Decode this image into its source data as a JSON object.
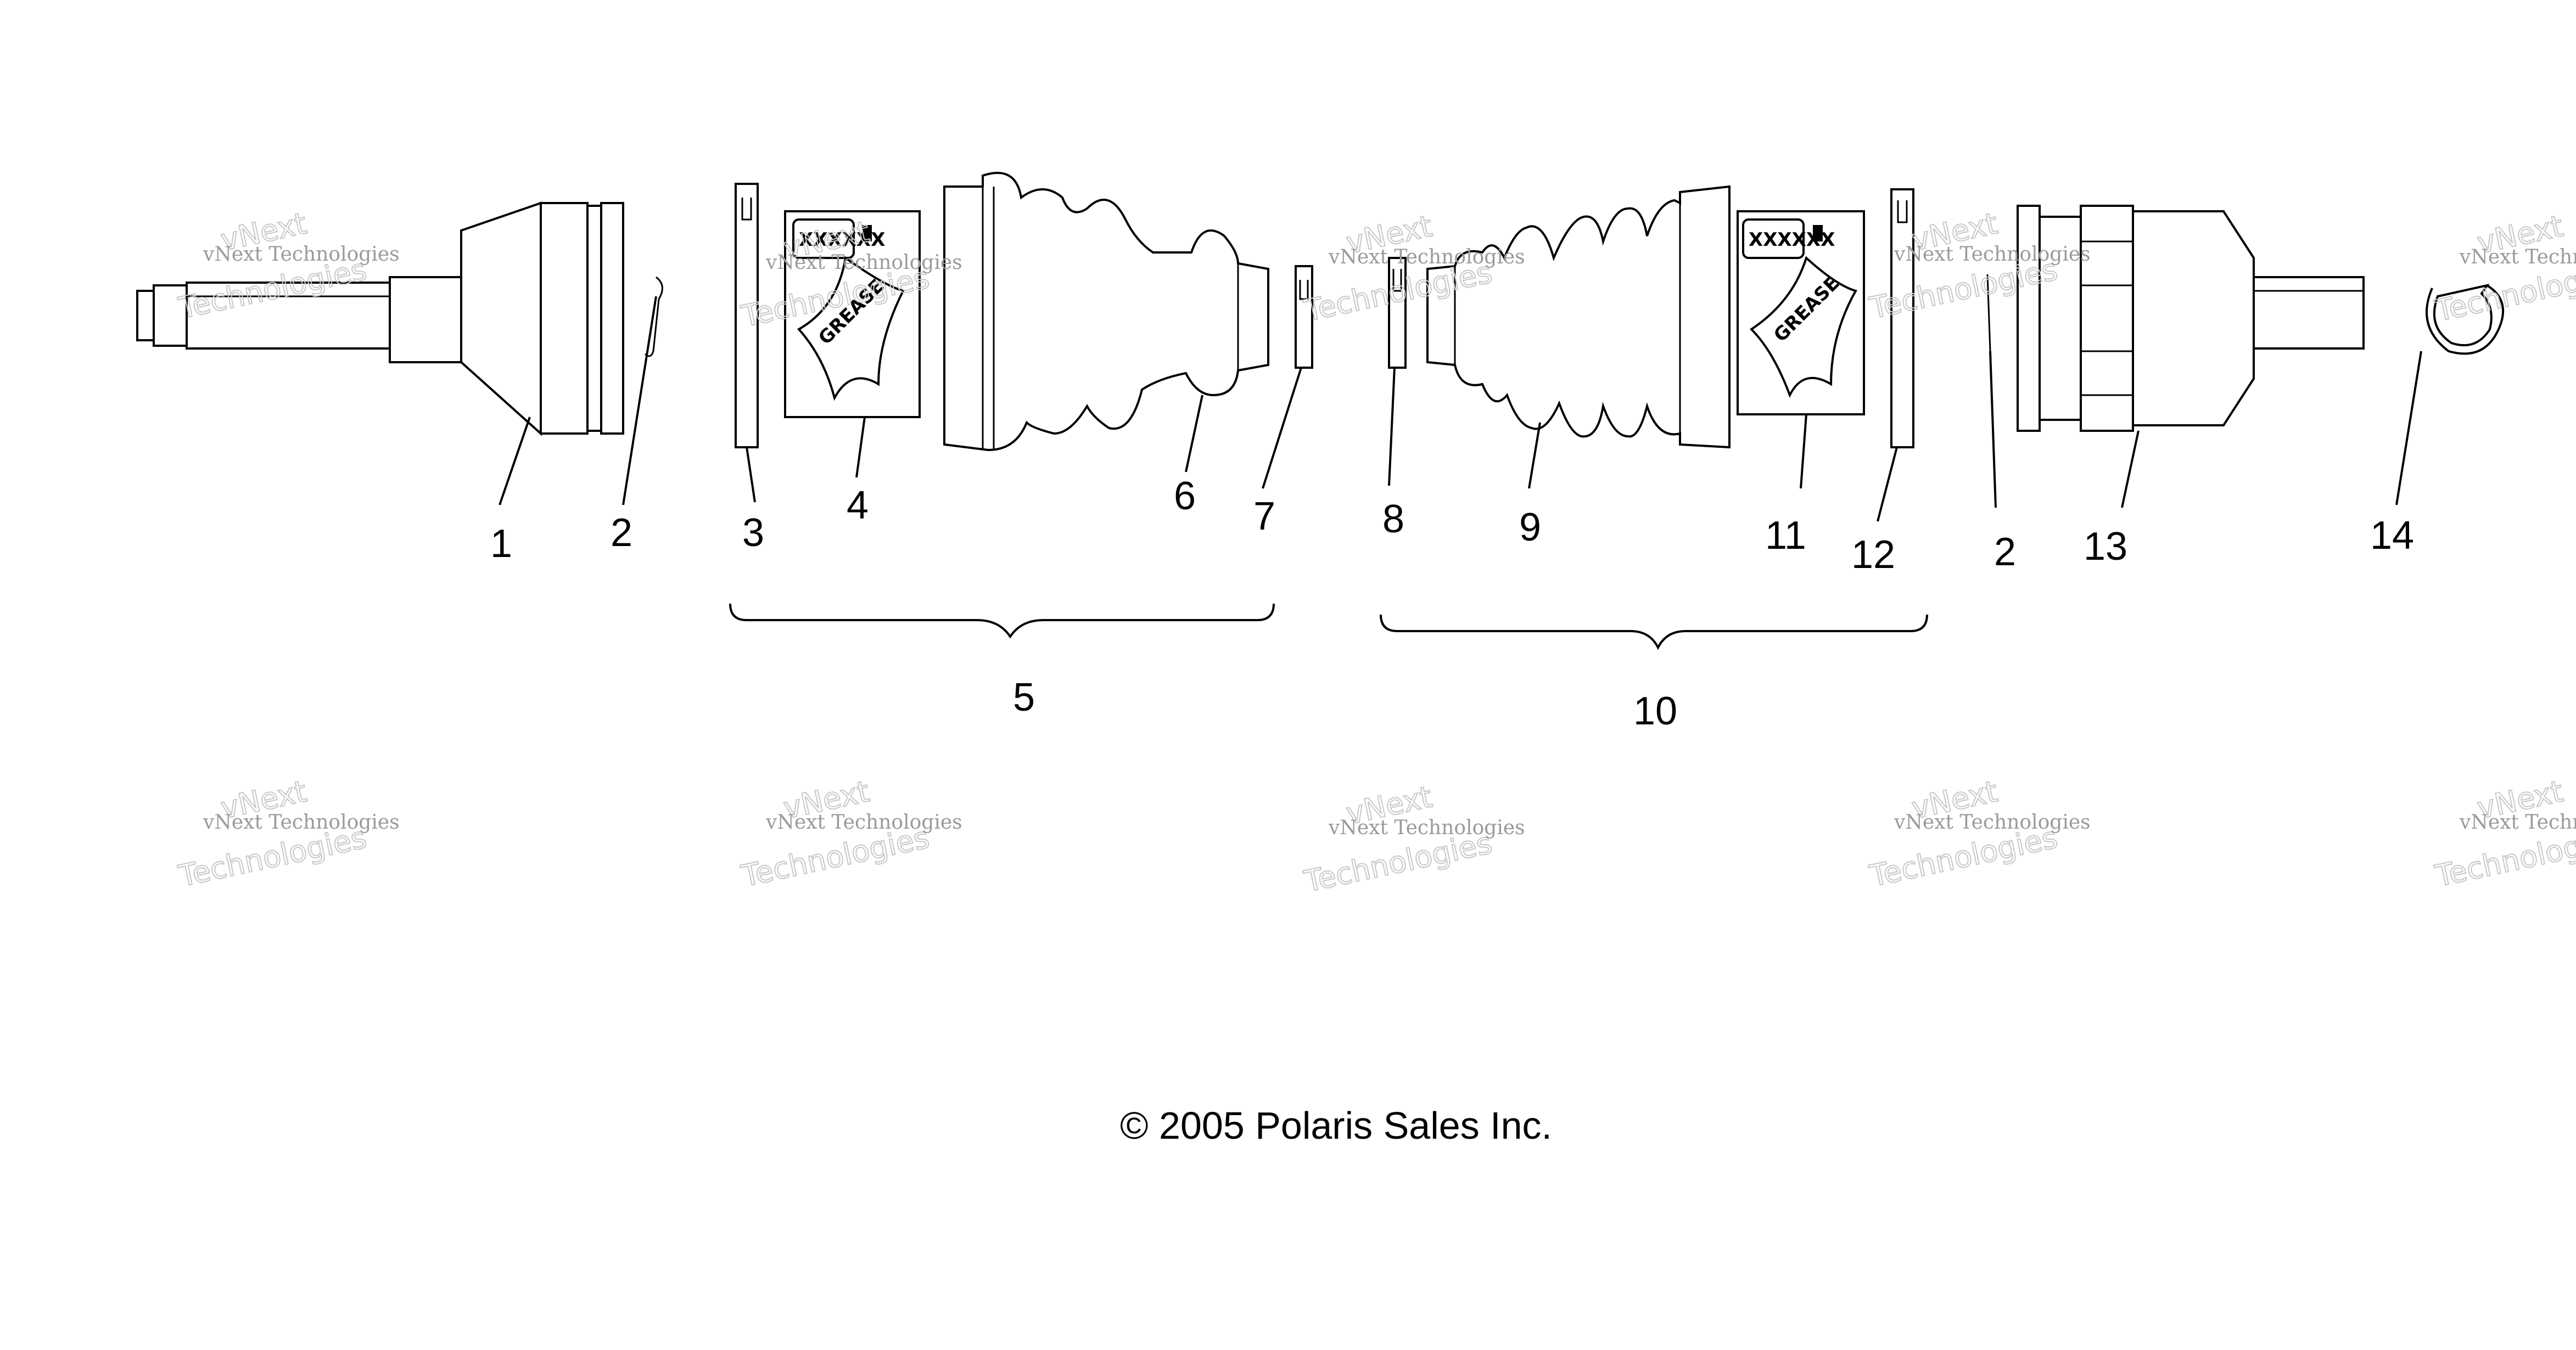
{
  "diagram": {
    "callouts": {
      "c1": "1",
      "c2a": "2",
      "c3": "3",
      "c4": "4",
      "c5": "5",
      "c6": "6",
      "c7": "7",
      "c8": "8",
      "c9": "9",
      "c10": "10",
      "c11": "11",
      "c12": "12",
      "c2b": "2",
      "c13": "13",
      "c14": "14"
    },
    "grease_label": "GREASE",
    "packet_code": "XXXXXX",
    "copyright": "© 2005 Polaris Sales Inc."
  },
  "watermark": {
    "line1": "vNext Technologies",
    "line2": "vNext",
    "line3": "Technologies"
  }
}
